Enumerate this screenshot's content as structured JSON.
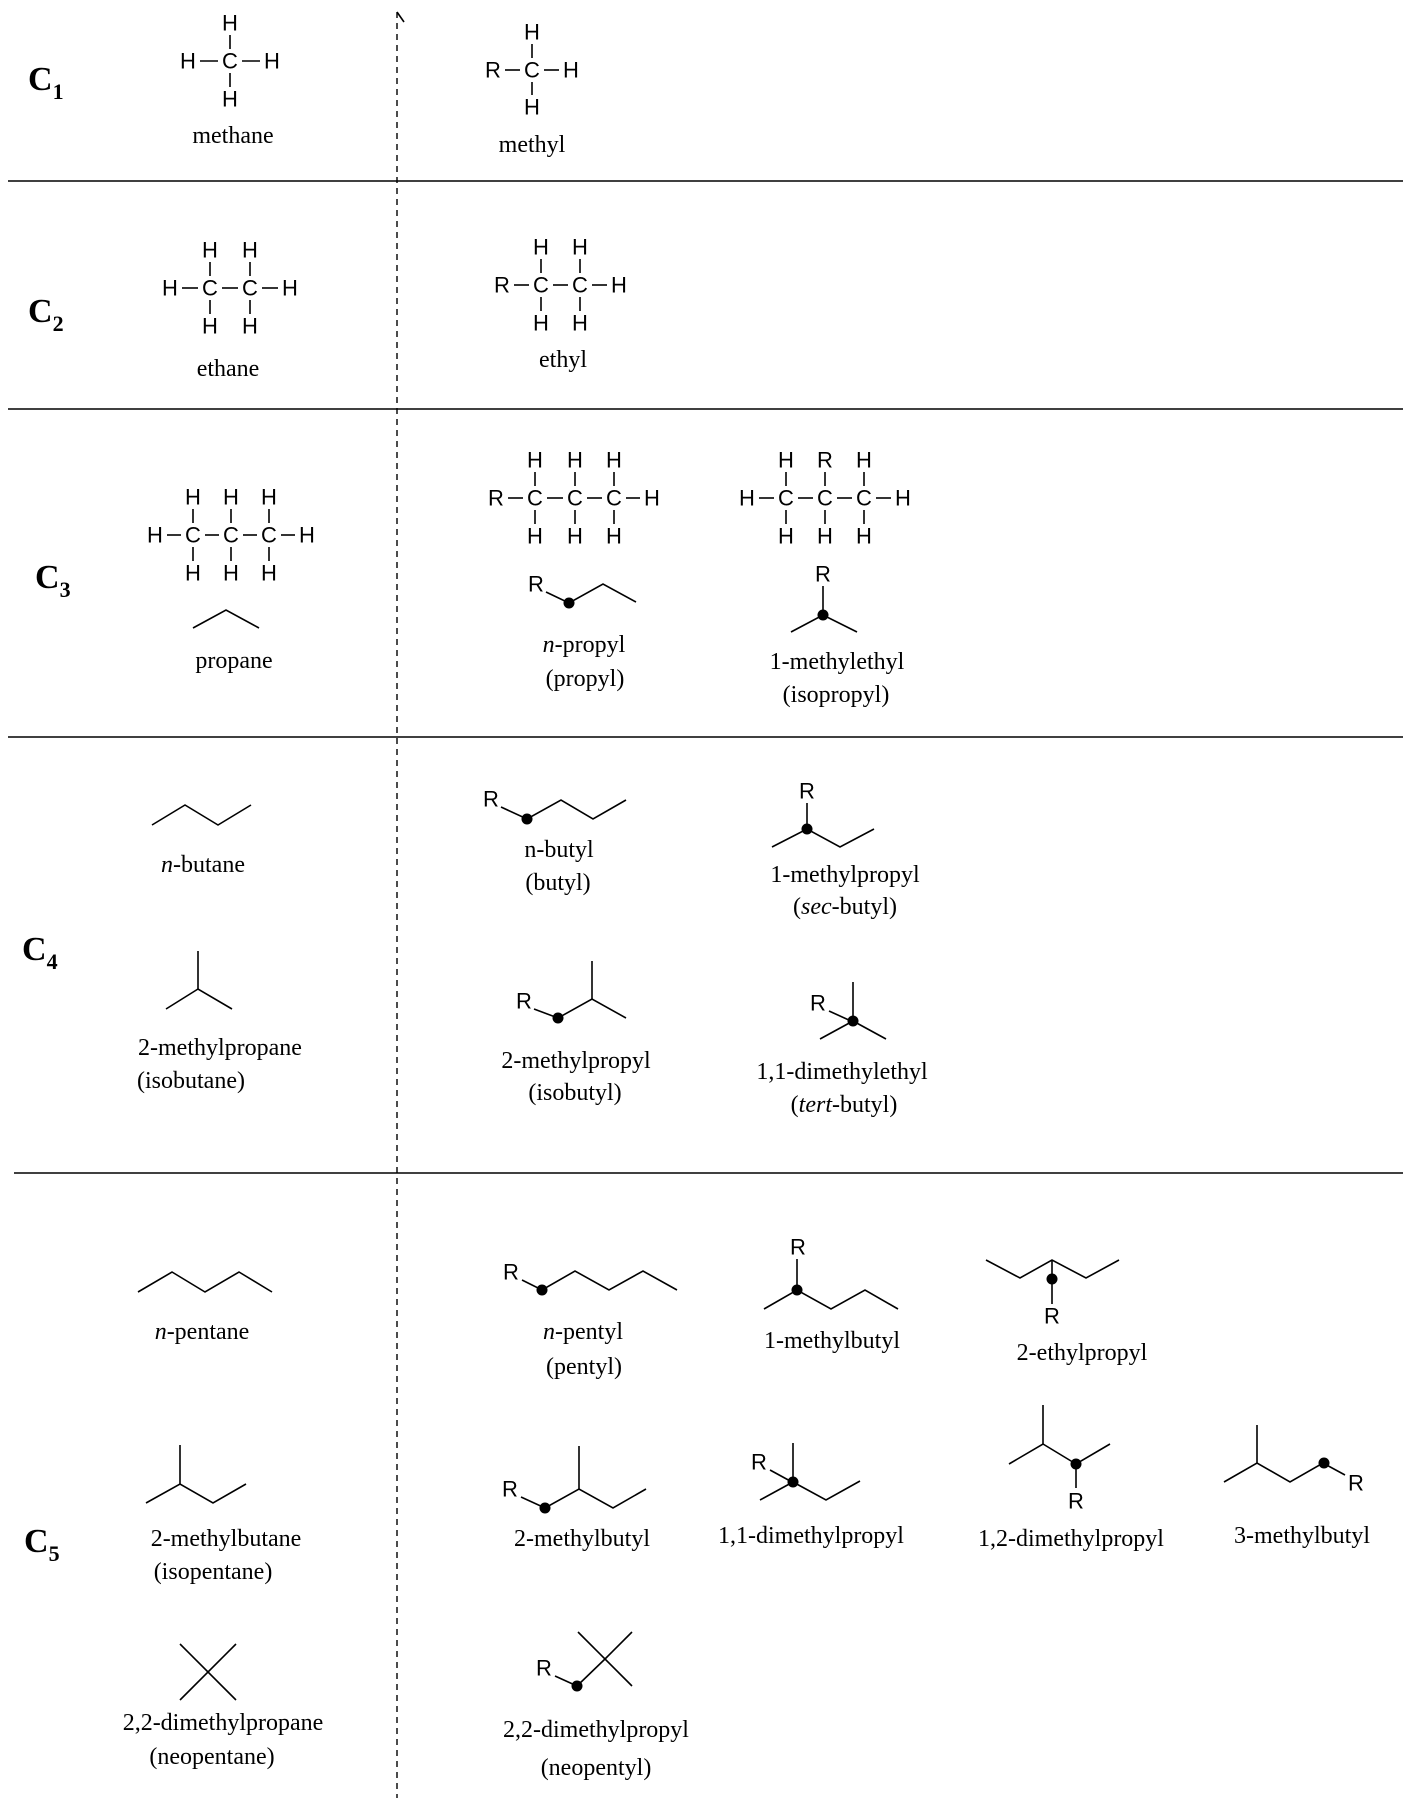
{
  "rows": [
    {
      "label": "C",
      "sub": "1"
    },
    {
      "label": "C",
      "sub": "2"
    },
    {
      "label": "C",
      "sub": "3"
    },
    {
      "label": "C",
      "sub": "4"
    },
    {
      "label": "C",
      "sub": "5"
    }
  ],
  "atoms": {
    "h": "H",
    "c": "C",
    "r": "R"
  },
  "names": {
    "methane": "methane",
    "methyl": "methyl",
    "ethane": "ethane",
    "ethyl": "ethyl",
    "propane": "propane",
    "n_propyl_prefix": "n",
    "n_propyl_rest": "-propyl",
    "propyl": "(propyl)",
    "methylethyl": "1-methylethyl",
    "isopropyl": "(isopropyl)",
    "n_butane_prefix": "n",
    "n_butane_rest": "-butane",
    "n_butyl": "n-butyl",
    "butyl": "(butyl)",
    "methylpropyl1": "1-methylpropyl",
    "sec_prefix": "sec",
    "sec_rest": "-butyl)",
    "methylpropane": "2-methylpropane",
    "isobutane": "(isobutane)",
    "methylpropyl2": "2-methylpropyl",
    "isobutyl": "(isobutyl)",
    "dimethylethyl": "1,1-dimethylethyl",
    "tert_prefix": "tert",
    "tert_rest": "-butyl)",
    "n_pentane_prefix": "n",
    "n_pentane_rest": "-pentane",
    "n_pentyl_prefix": "n",
    "n_pentyl_rest": "-pentyl",
    "pentyl": "(pentyl)",
    "methylbutyl1": "1-methylbutyl",
    "ethylpropyl": "2-ethylpropyl",
    "methylbutane": "2-methylbutane",
    "isopentane": "(isopentane)",
    "methylbutyl2": "2-methylbutyl",
    "dimethylpropyl11": "1,1-dimethylpropyl",
    "dimethylpropyl12": "1,2-dimethylpropyl",
    "methylbutyl3": "3-methylbutyl",
    "dimethylpropane": "2,2-dimethylpropane",
    "neopentane": "(neopentane)",
    "dimethylpropyl22": "2,2-dimethylpropyl",
    "neopentyl": "(neopentyl)"
  }
}
